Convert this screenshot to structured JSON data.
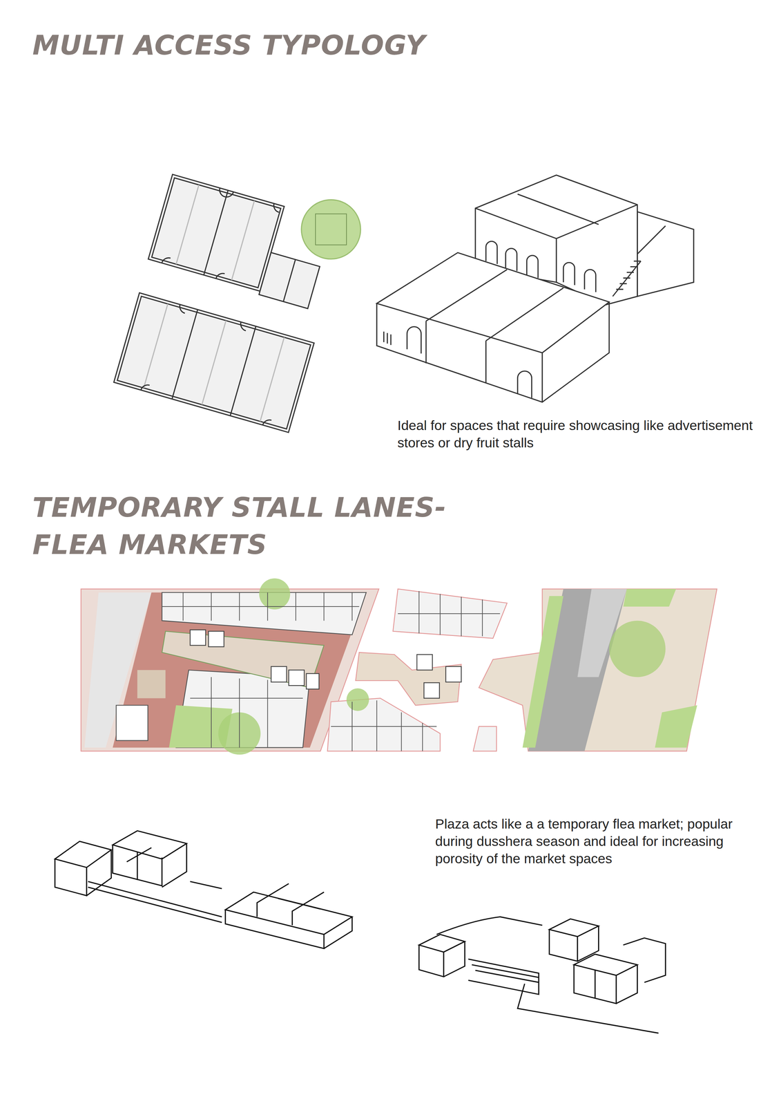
{
  "diagram": {
    "title": "MULTI ACCESS TYPOLOGY",
    "labels": [
      "Ideal for spaces that require showcasing like advertisement stores or dry fruit stalls",
      "TEMPORARY STALL LANES- FLEA MARKETS",
      "Plaza acts like a a temporary flea market; popular during dusshera season and ideal for increasing porosity of the market spaces"
    ]
  }
}
